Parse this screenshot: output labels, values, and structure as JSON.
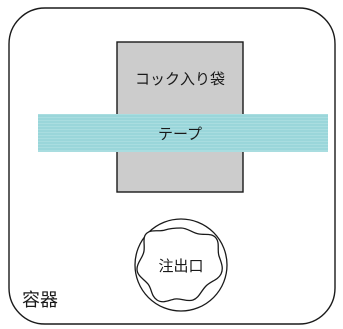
{
  "container": {
    "label": "容器"
  },
  "bag": {
    "label": "コック入り袋"
  },
  "tape": {
    "label": "テープ"
  },
  "spout": {
    "label": "注出口"
  },
  "colors": {
    "outline": "#1a1a1a",
    "bag_fill": "#cccccc",
    "tape_fill": "#a9dde0",
    "tape_line": "#7fc8d0",
    "background": "#ffffff"
  }
}
